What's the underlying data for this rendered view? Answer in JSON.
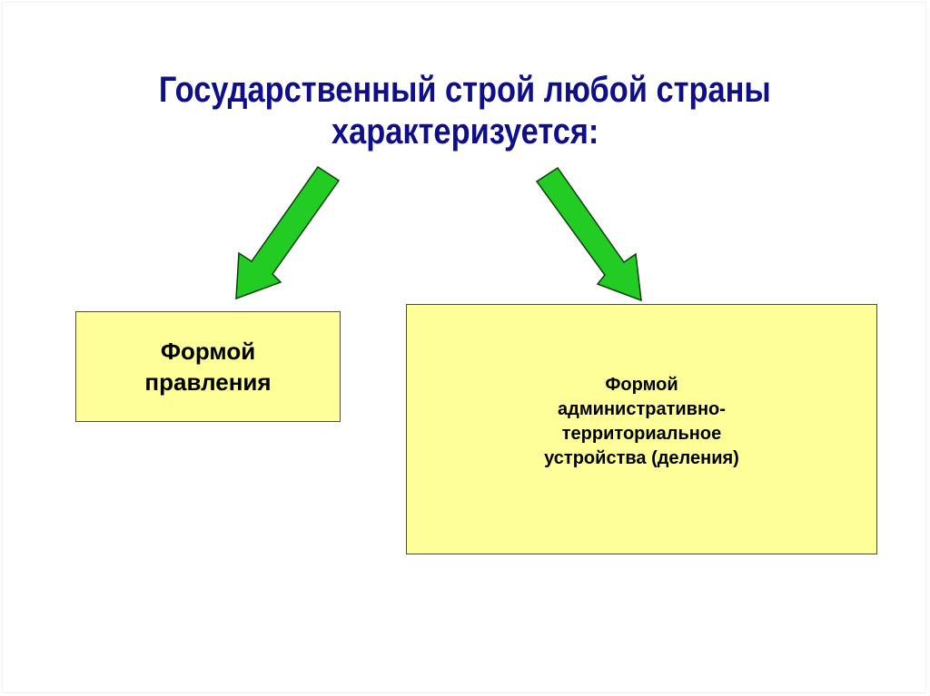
{
  "slide": {
    "title_lines": [
      "Государственный строй любой страны",
      "характеризуется:"
    ],
    "boxes": [
      {
        "id": "form-of-government",
        "lines": [
          "Формой",
          "правления"
        ]
      },
      {
        "id": "form-of-territorial-structure",
        "lines": [
          "Формой",
          "административно-",
          "территориальное",
          "устройства (деления)"
        ]
      }
    ],
    "arrows": [
      {
        "from": "title",
        "to": "form-of-government",
        "direction": "down-left"
      },
      {
        "from": "title",
        "to": "form-of-territorial-structure",
        "direction": "down-right"
      }
    ],
    "colors": {
      "title": "#0f0f8a",
      "box_fill": "#ffff99",
      "box_border": "#4d4d3a",
      "arrow_fill": "#22cc22",
      "arrow_stroke": "#0b3d0b",
      "text": "#000000"
    }
  }
}
